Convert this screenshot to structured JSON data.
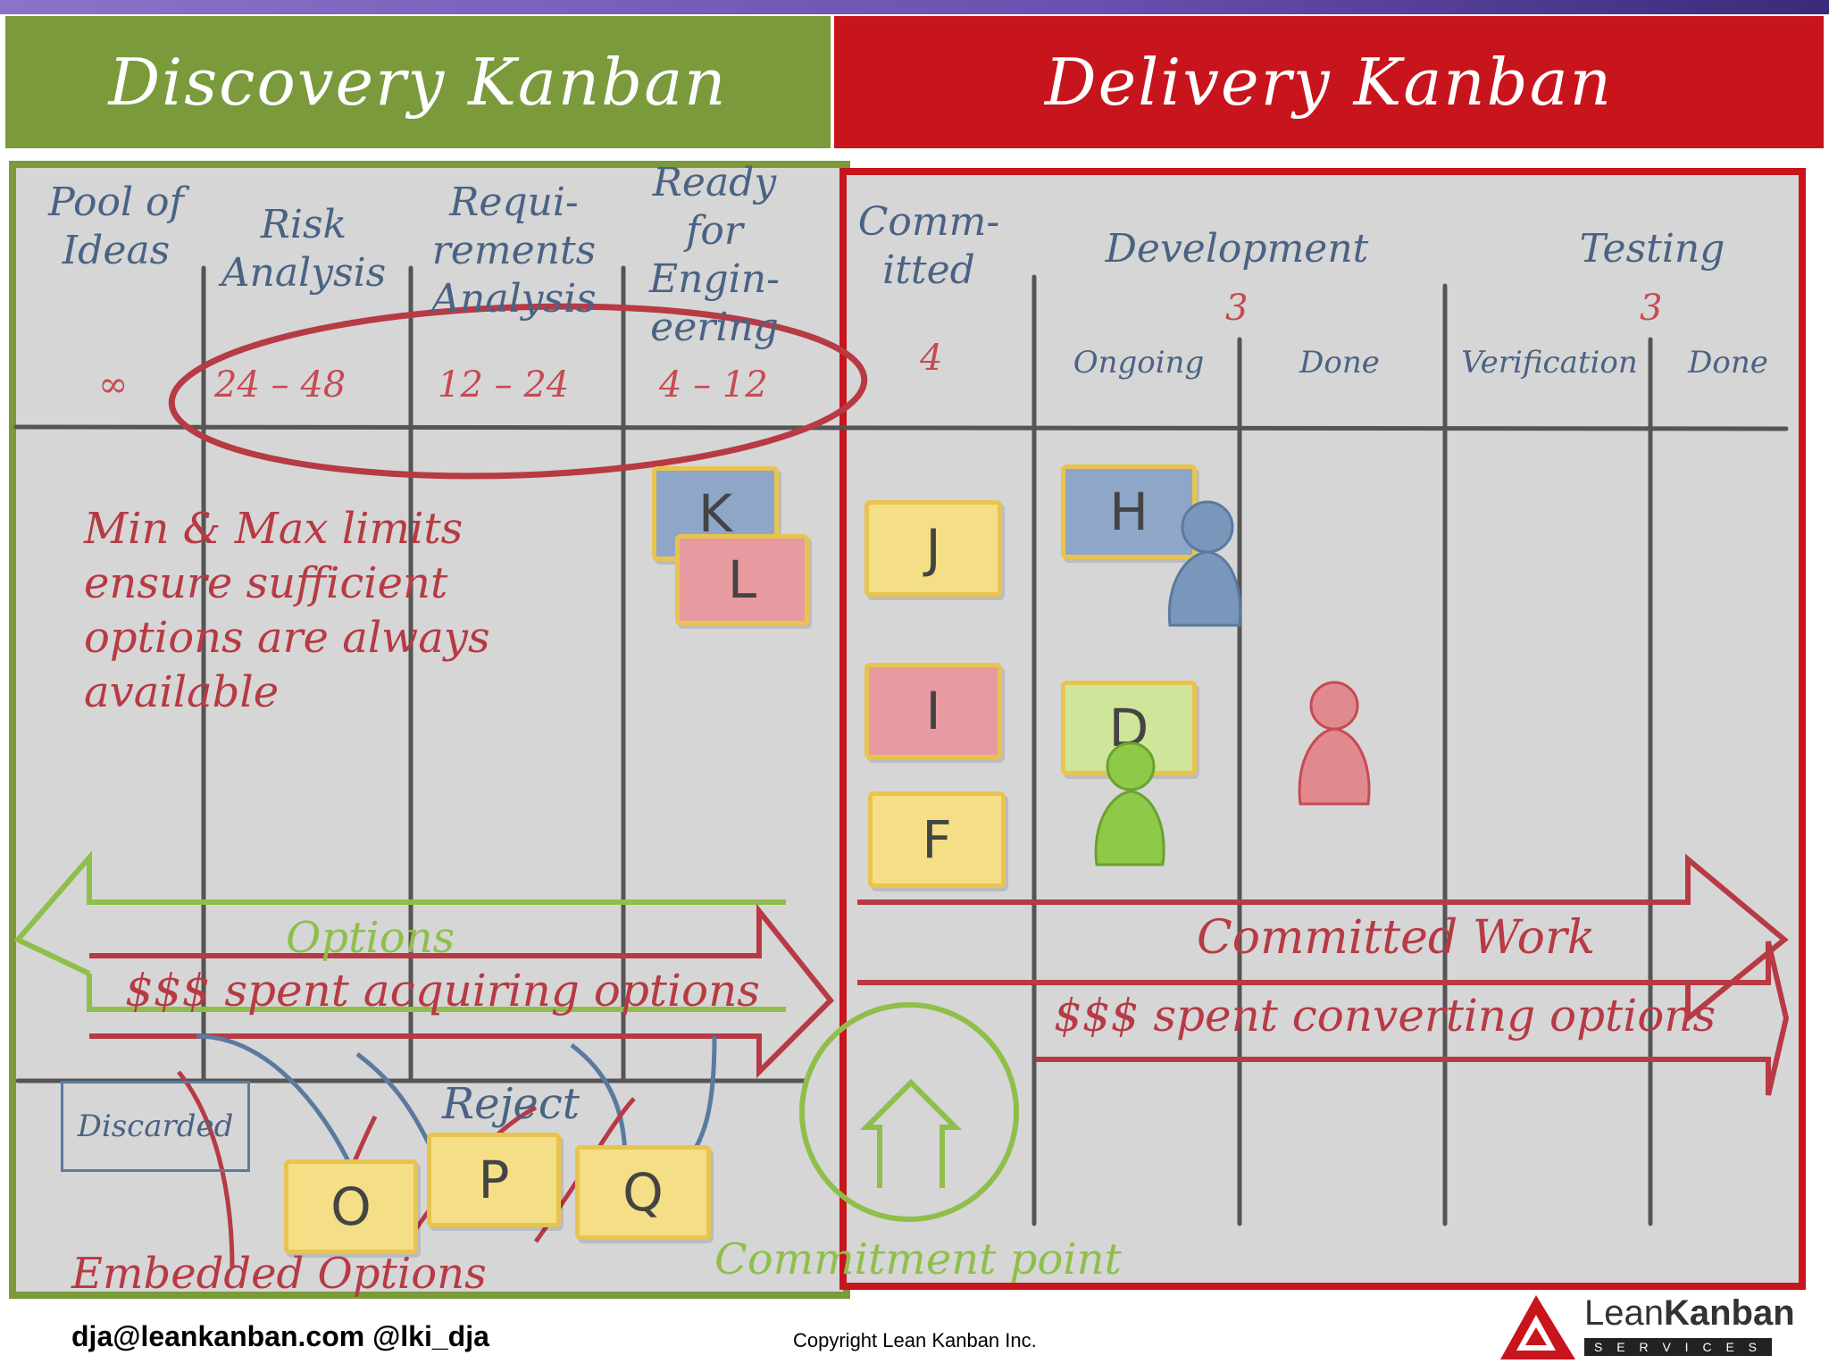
{
  "headers": {
    "discovery": "Discovery Kanban",
    "delivery": "Delivery Kanban"
  },
  "discovery_columns": [
    {
      "label": "Pool of Ideas",
      "limit": "∞"
    },
    {
      "label": "Risk Analysis",
      "limit_min": "24",
      "limit_max": "48"
    },
    {
      "label": "Requi-rements Analysis",
      "limit_min": "12",
      "limit_max": "24"
    },
    {
      "label": "Ready for Engin-eering",
      "limit_min": "4",
      "limit_max": "12"
    }
  ],
  "delivery_columns": {
    "committed": {
      "label": "Comm-itted",
      "limit": "4"
    },
    "development": {
      "label": "Development",
      "limit": "3",
      "sub": [
        "Ongoing",
        "Done"
      ]
    },
    "testing": {
      "label": "Testing",
      "limit": "3",
      "sub": [
        "Verification",
        "Done"
      ]
    }
  },
  "notes": {
    "minmax": [
      "Min & Max limits",
      "ensure sufficient",
      "options are always",
      "available"
    ],
    "options": "Options",
    "spent_acquiring": "$$$ spent acquiring options",
    "committed_work": "Committed Work",
    "spent_converting": "$$$ spent converting options",
    "reject": "Reject",
    "discarded": "Discarded",
    "embedded_options": "Embedded Options",
    "commitment_point": "Commitment point"
  },
  "cards": {
    "K": "K",
    "L": "L",
    "J": "J",
    "H": "H",
    "I": "I",
    "D": "D",
    "F": "F",
    "O": "O",
    "P": "P",
    "Q": "Q"
  },
  "footer": {
    "contact": "dja@leankanban.com @lki_dja",
    "copyright": "Copyright Lean Kanban  Inc.",
    "logo_text_light": "Lean",
    "logo_text_bold": "Kanban",
    "logo_sub": "S E R V I C E S"
  },
  "colors": {
    "discovery": "#7a9a3c",
    "delivery": "#c8141c",
    "board": "#d6d6d6"
  }
}
